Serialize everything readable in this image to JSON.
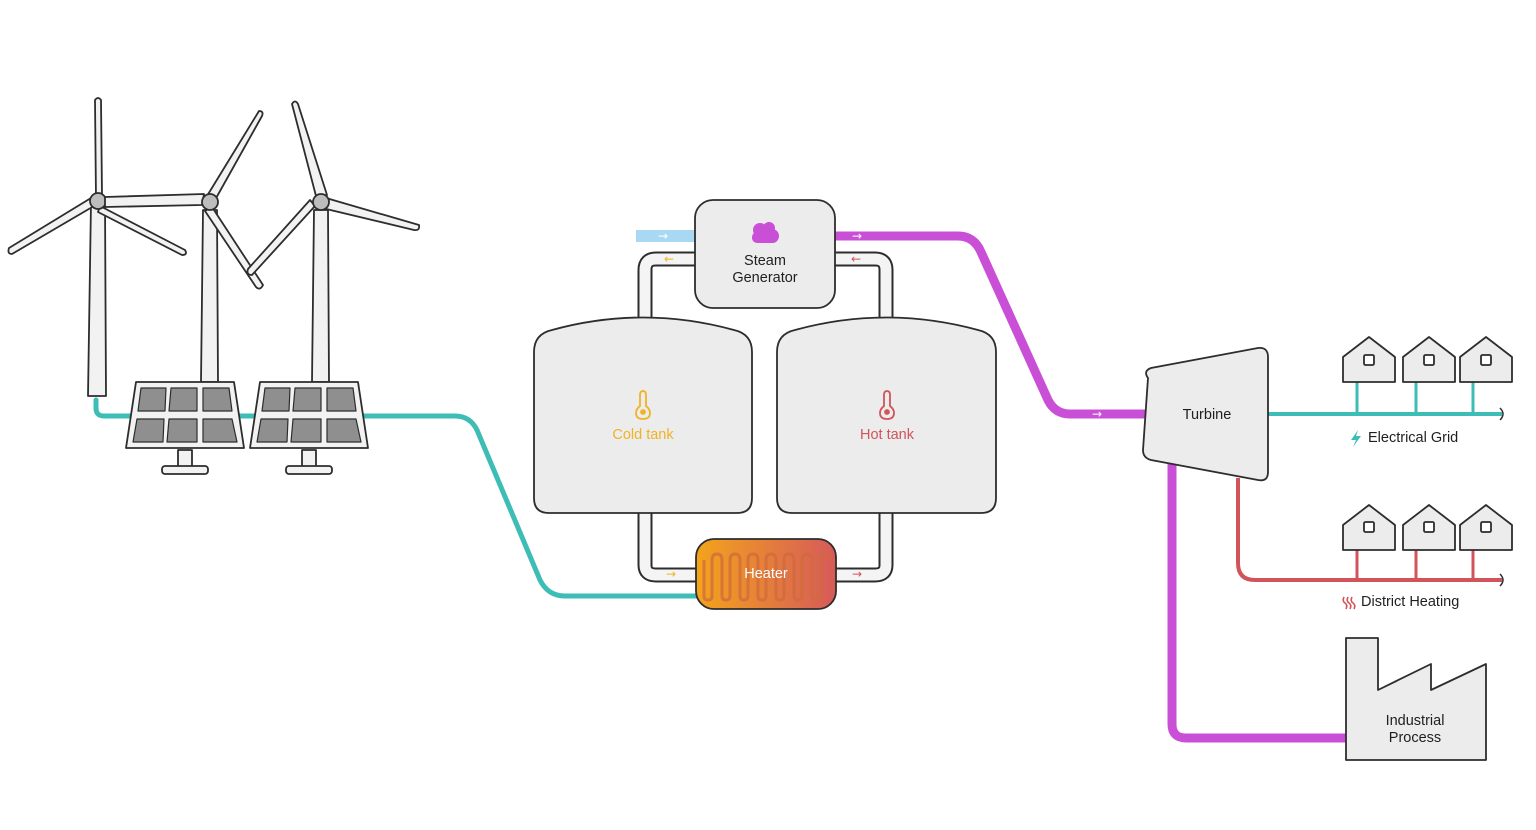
{
  "labels": {
    "steam_generator_line1": "Steam",
    "steam_generator_line2": "Generator",
    "cold_tank": "Cold tank",
    "hot_tank": "Hot tank",
    "heater": "Heater",
    "turbine": "Turbine",
    "electrical_grid": "Electrical Grid",
    "district_heating": "District Heating",
    "industrial_process_line1": "Industrial",
    "industrial_process_line2": "Process"
  },
  "arrows": {
    "right": "→",
    "left": "←"
  },
  "colors": {
    "electric": "#3dbdb5",
    "steam": "#c94fd6",
    "heat": "#d0545a",
    "cold": "#f0b323",
    "water": "#a9d8f2",
    "outline": "#2d2d2d",
    "fill": "#ececec"
  },
  "icons": {
    "steam_generator": "cloud-icon",
    "cold_tank": "thermometer-icon",
    "hot_tank": "thermometer-icon",
    "electrical_grid": "bolt-icon",
    "district_heating": "heat-waves-icon"
  }
}
